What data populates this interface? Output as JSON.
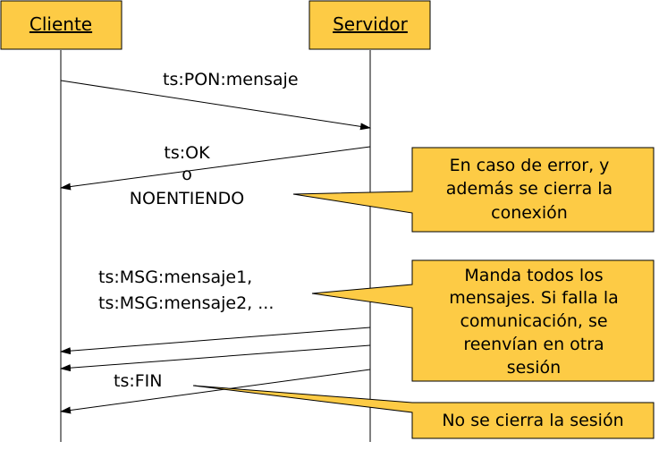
{
  "colors": {
    "note_fill": "#fdcb45",
    "actor_fill": "#fdcb45",
    "line": "#000000",
    "background": "#ffffff"
  },
  "actors": {
    "client": "Cliente",
    "server": "Servidor"
  },
  "messages": {
    "pon": "ts:PON:mensaje",
    "ok_line1": "ts:OK",
    "ok_line2": "o",
    "ok_line3": "NOENTIENDO",
    "msg_line1": "ts:MSG:mensaje1,",
    "msg_line2": "ts:MSG:mensaje2, ...",
    "fin": "ts:FIN"
  },
  "notes": {
    "error": [
      "En caso de error, y",
      "además se cierra la",
      "conexión"
    ],
    "send_all": [
      "Manda todos los",
      "mensajes. Si falla la",
      "comunicación, se",
      "reenvían en otra",
      "sesión"
    ],
    "no_close": [
      "No se cierra la sesión"
    ]
  }
}
